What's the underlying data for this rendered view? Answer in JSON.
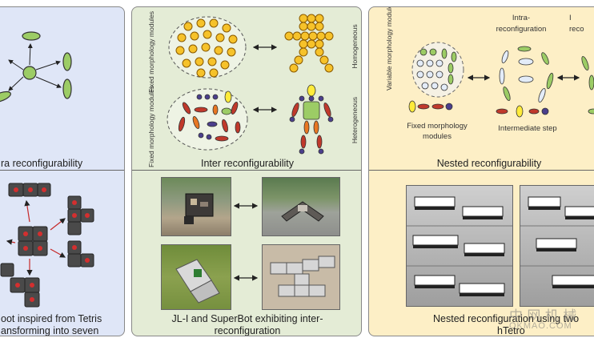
{
  "panel1": {
    "top_caption": "ra reconfigurability",
    "bottom_caption_line1": "oot inspired from Tetris",
    "bottom_caption_line2": "ansforming into seven"
  },
  "panel2": {
    "label_fixed_top": "Fixed morphology modules",
    "label_fixed_bottom": "Fixed morphology modules",
    "label_homogeneous": "Homogeneous",
    "label_heterogeneous": "Heterogeneous",
    "top_caption": "Inter reconfigurability",
    "bottom_caption_line1": "JL-I and SuperBot exhibiting inter-",
    "bottom_caption_line2": "reconfiguration"
  },
  "panel3": {
    "label_variable": "Variable morphology modules",
    "label_intra_line1": "Intra-",
    "label_intra_line2": "reconfiguration",
    "label_partial_line1": "I",
    "label_partial_line2": "reco",
    "label_fixed_line1": "Fixed morphology",
    "label_fixed_line2": "modules",
    "label_intermediate": "Intermediate step",
    "top_caption": "Nested reconfigurability",
    "bottom_caption_line1": "Nested reconfiguration using two",
    "bottom_caption_line2": "hTetro"
  },
  "watermark": {
    "line1": "中 网 机 械",
    "line2": "OKMAO.COM"
  },
  "colors": {
    "blue_panel": "#dfe6f7",
    "green_panel": "#e4ecd6",
    "yellow_panel": "#fdefc6",
    "module_green": "#9ccc65",
    "module_yellow": "#f6c22a",
    "module_orange": "#e87722",
    "module_red": "#c0392b",
    "module_purple": "#4b3f8c"
  }
}
